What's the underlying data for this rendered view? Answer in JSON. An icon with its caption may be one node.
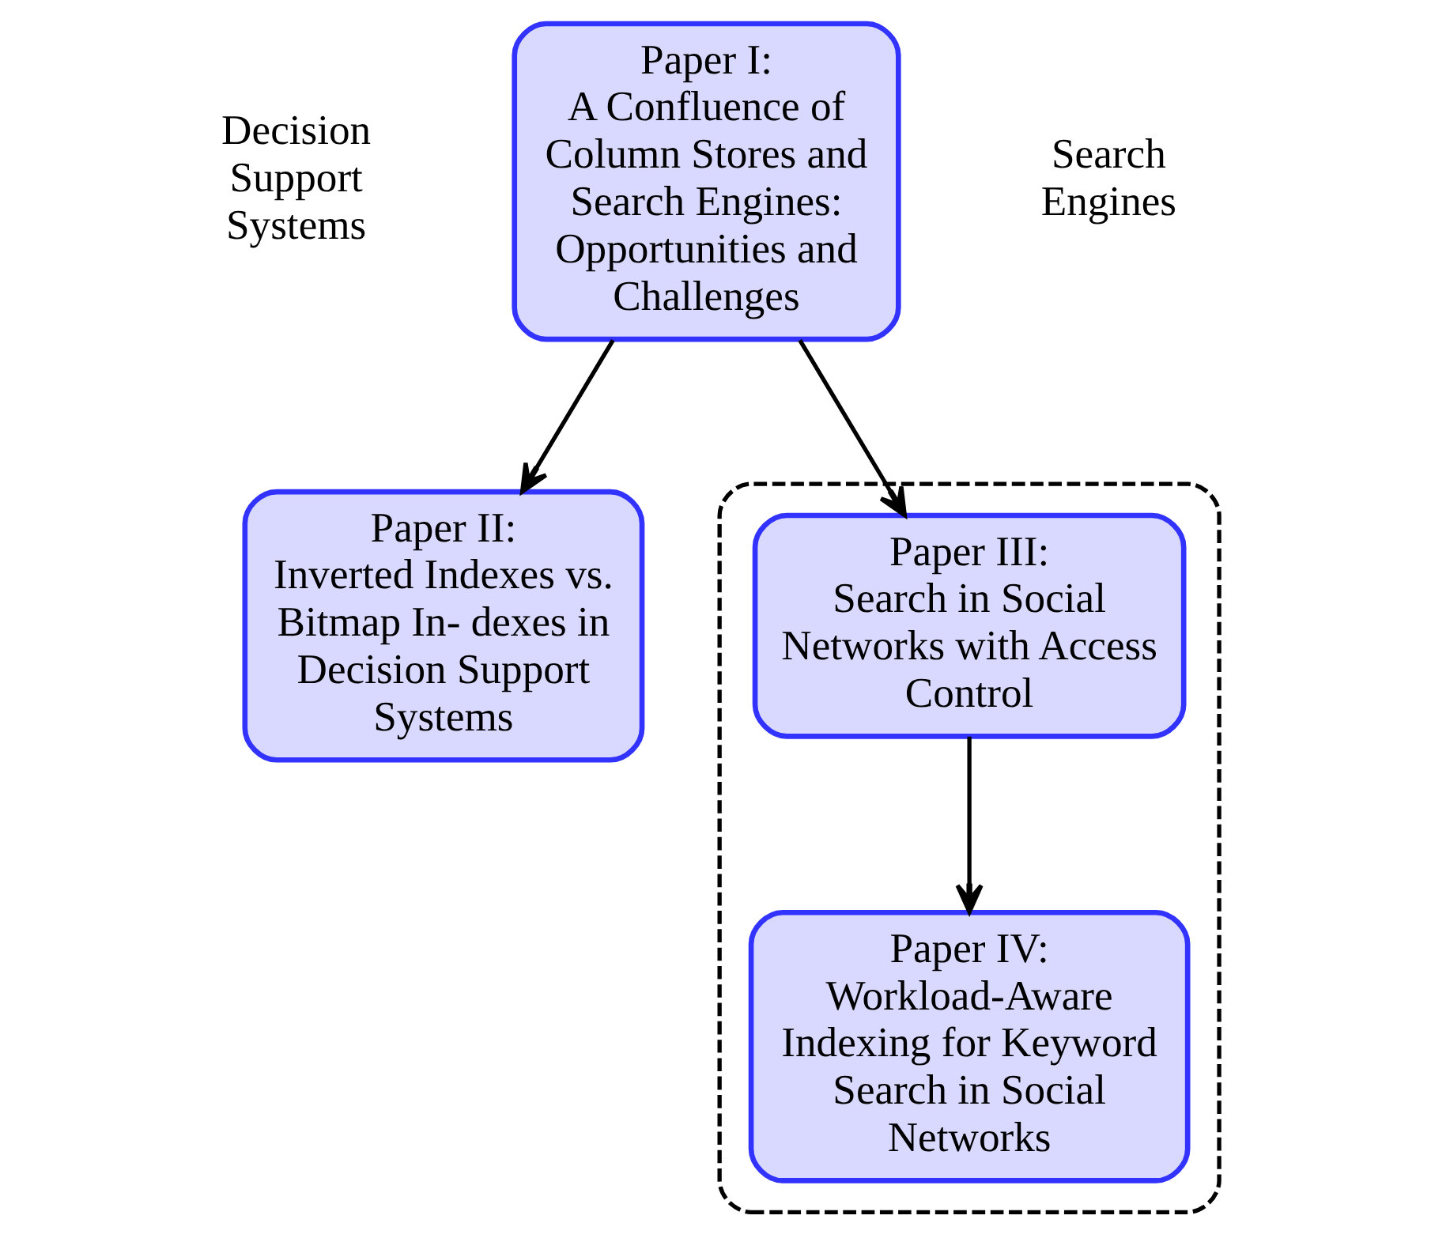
{
  "diagram": {
    "nodes": [
      {
        "text": [
          "Paper I:",
          "A Confluence of Column Stores and Search Engines: Opportunities and Challenges"
        ]
      },
      {
        "text": [
          "Paper II:",
          "Inverted Indexes vs. Bitmap In- dexes in Decision Support Systems"
        ]
      },
      {
        "text": [],
        "shape": "box"
      },
      {
        "text": [
          "Paper III:",
          "Search in Social Networks with Access Control"
        ],
        "in": 2
      },
      {
        "text": [
          "Paper IV:",
          "Workload-Aware Indexing for Keyword Search in Social Networks"
        ],
        "in": 2
      }
    ],
    "edges": [
      {
        "from": 0,
        "to": 1,
        "arrow": "to"
      },
      {
        "from": 0,
        "to": 3,
        "arrow": "to"
      },
      {
        "from": 3,
        "to": 4,
        "arrow": "to"
      }
    ],
    "labels": [
      "Decision Support Systems",
      "Search Engines"
    ]
  }
}
